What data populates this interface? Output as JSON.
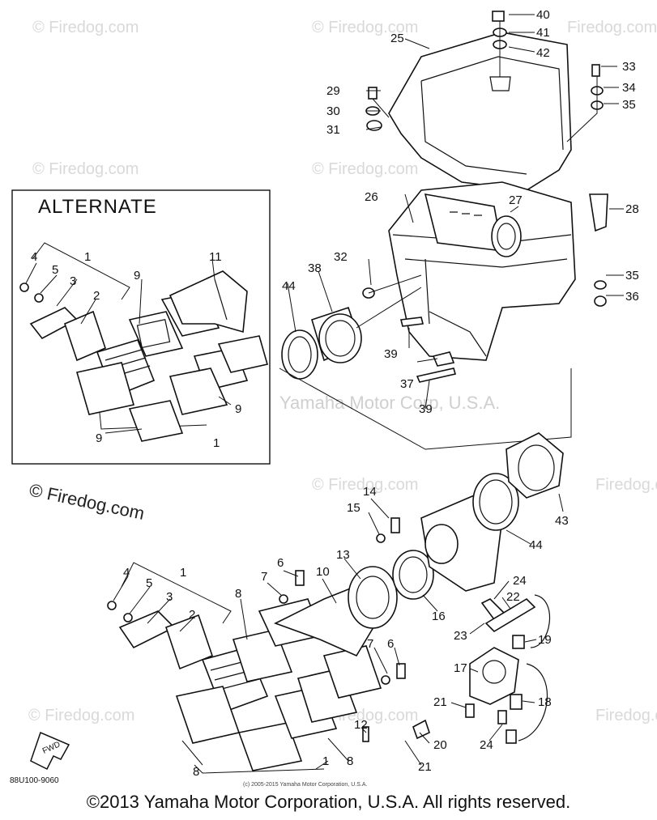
{
  "alternate_label": "ALTERNATE",
  "watermark": "© Firedog.com",
  "watermark_short": "Firedog.com",
  "center_watermark": "Yamaha Motor Corp, U.S.A.",
  "diagram_code": "88U100-9060",
  "fwd_label": "FWD",
  "small_copyright": "(c) 2005-2015 Yamaha Motor Corporation, U.S.A.",
  "copyright": "©2013 Yamaha Motor Corporation, U.S.A. All rights reserved.",
  "callouts": {
    "c40": "40",
    "c41": "41",
    "c42": "42",
    "c25": "25",
    "c29": "29",
    "c30": "30",
    "c31": "31",
    "c33": "33",
    "c34": "34",
    "c35a": "35",
    "c26": "26",
    "c27": "27",
    "c28": "28",
    "c32": "32",
    "c38": "38",
    "c44a": "44",
    "c35b": "35",
    "c36": "36",
    "c39a": "39",
    "c37": "37",
    "c39b": "39",
    "a1": "1",
    "a4": "4",
    "a5": "5",
    "a3": "3",
    "a2": "2",
    "a9a": "9",
    "a11": "11",
    "a9b": "9",
    "a9c": "9",
    "a1b": "1",
    "c14": "14",
    "c15": "15",
    "c43": "43",
    "c44b": "44",
    "c13": "13",
    "c6a": "6",
    "c7a": "7",
    "c10": "10",
    "c16": "16",
    "c1": "1",
    "c4": "4",
    "c5": "5",
    "c3": "3",
    "c2": "2",
    "c8a": "8",
    "c24a": "24",
    "c22": "22",
    "c23": "23",
    "c19": "19",
    "c7b": "7",
    "c6b": "6",
    "c17": "17",
    "c21a": "21",
    "c18": "18",
    "c12": "12",
    "c20": "20",
    "c24b": "24",
    "c8b": "8",
    "c8c": "8",
    "c1b": "1",
    "c21b": "21"
  }
}
